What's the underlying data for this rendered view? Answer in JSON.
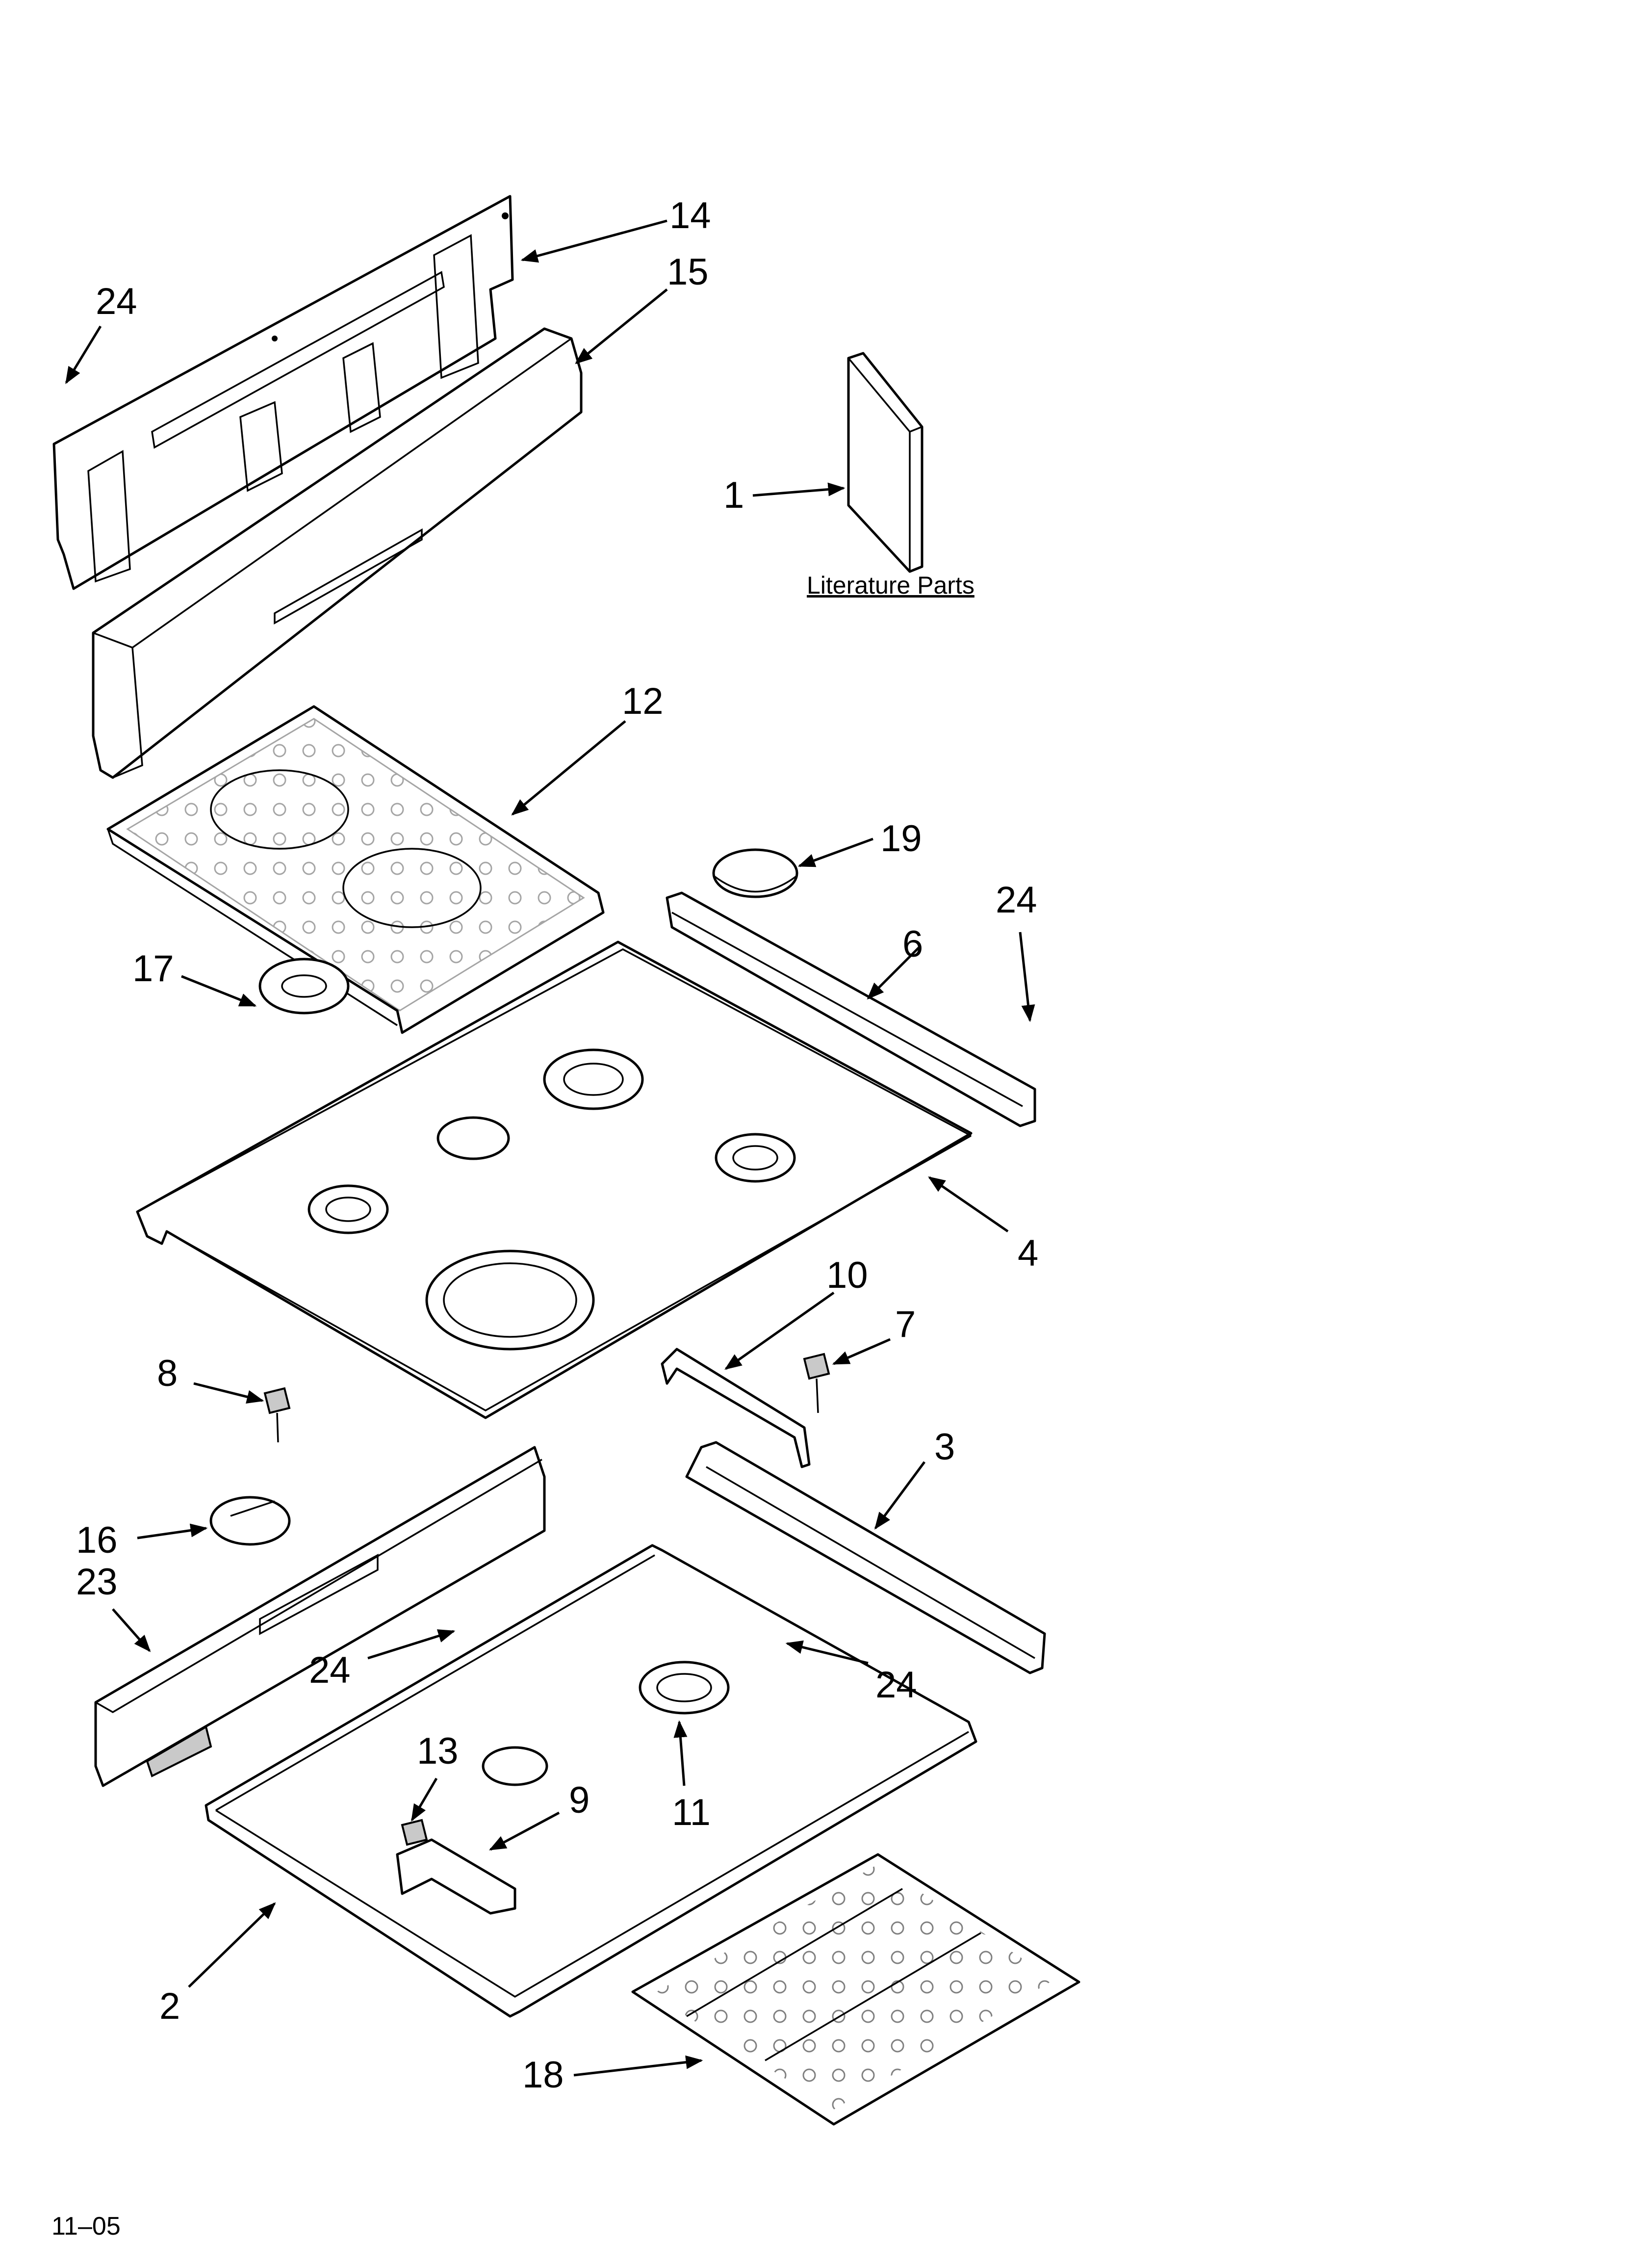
{
  "callouts": {
    "c1": "1",
    "c2": "2",
    "c3": "3",
    "c4": "4",
    "c6": "6",
    "c7": "7",
    "c8": "8",
    "c9": "9",
    "c10": "10",
    "c11": "11",
    "c12": "12",
    "c13": "13",
    "c14": "14",
    "c15": "15",
    "c16": "16",
    "c17": "17",
    "c18": "18",
    "c19": "19",
    "c23": "23",
    "c24a": "24",
    "c24b": "24",
    "c24c": "24",
    "c24d": "24"
  },
  "literature_label": "Literature Parts",
  "footer_code": "11–05"
}
